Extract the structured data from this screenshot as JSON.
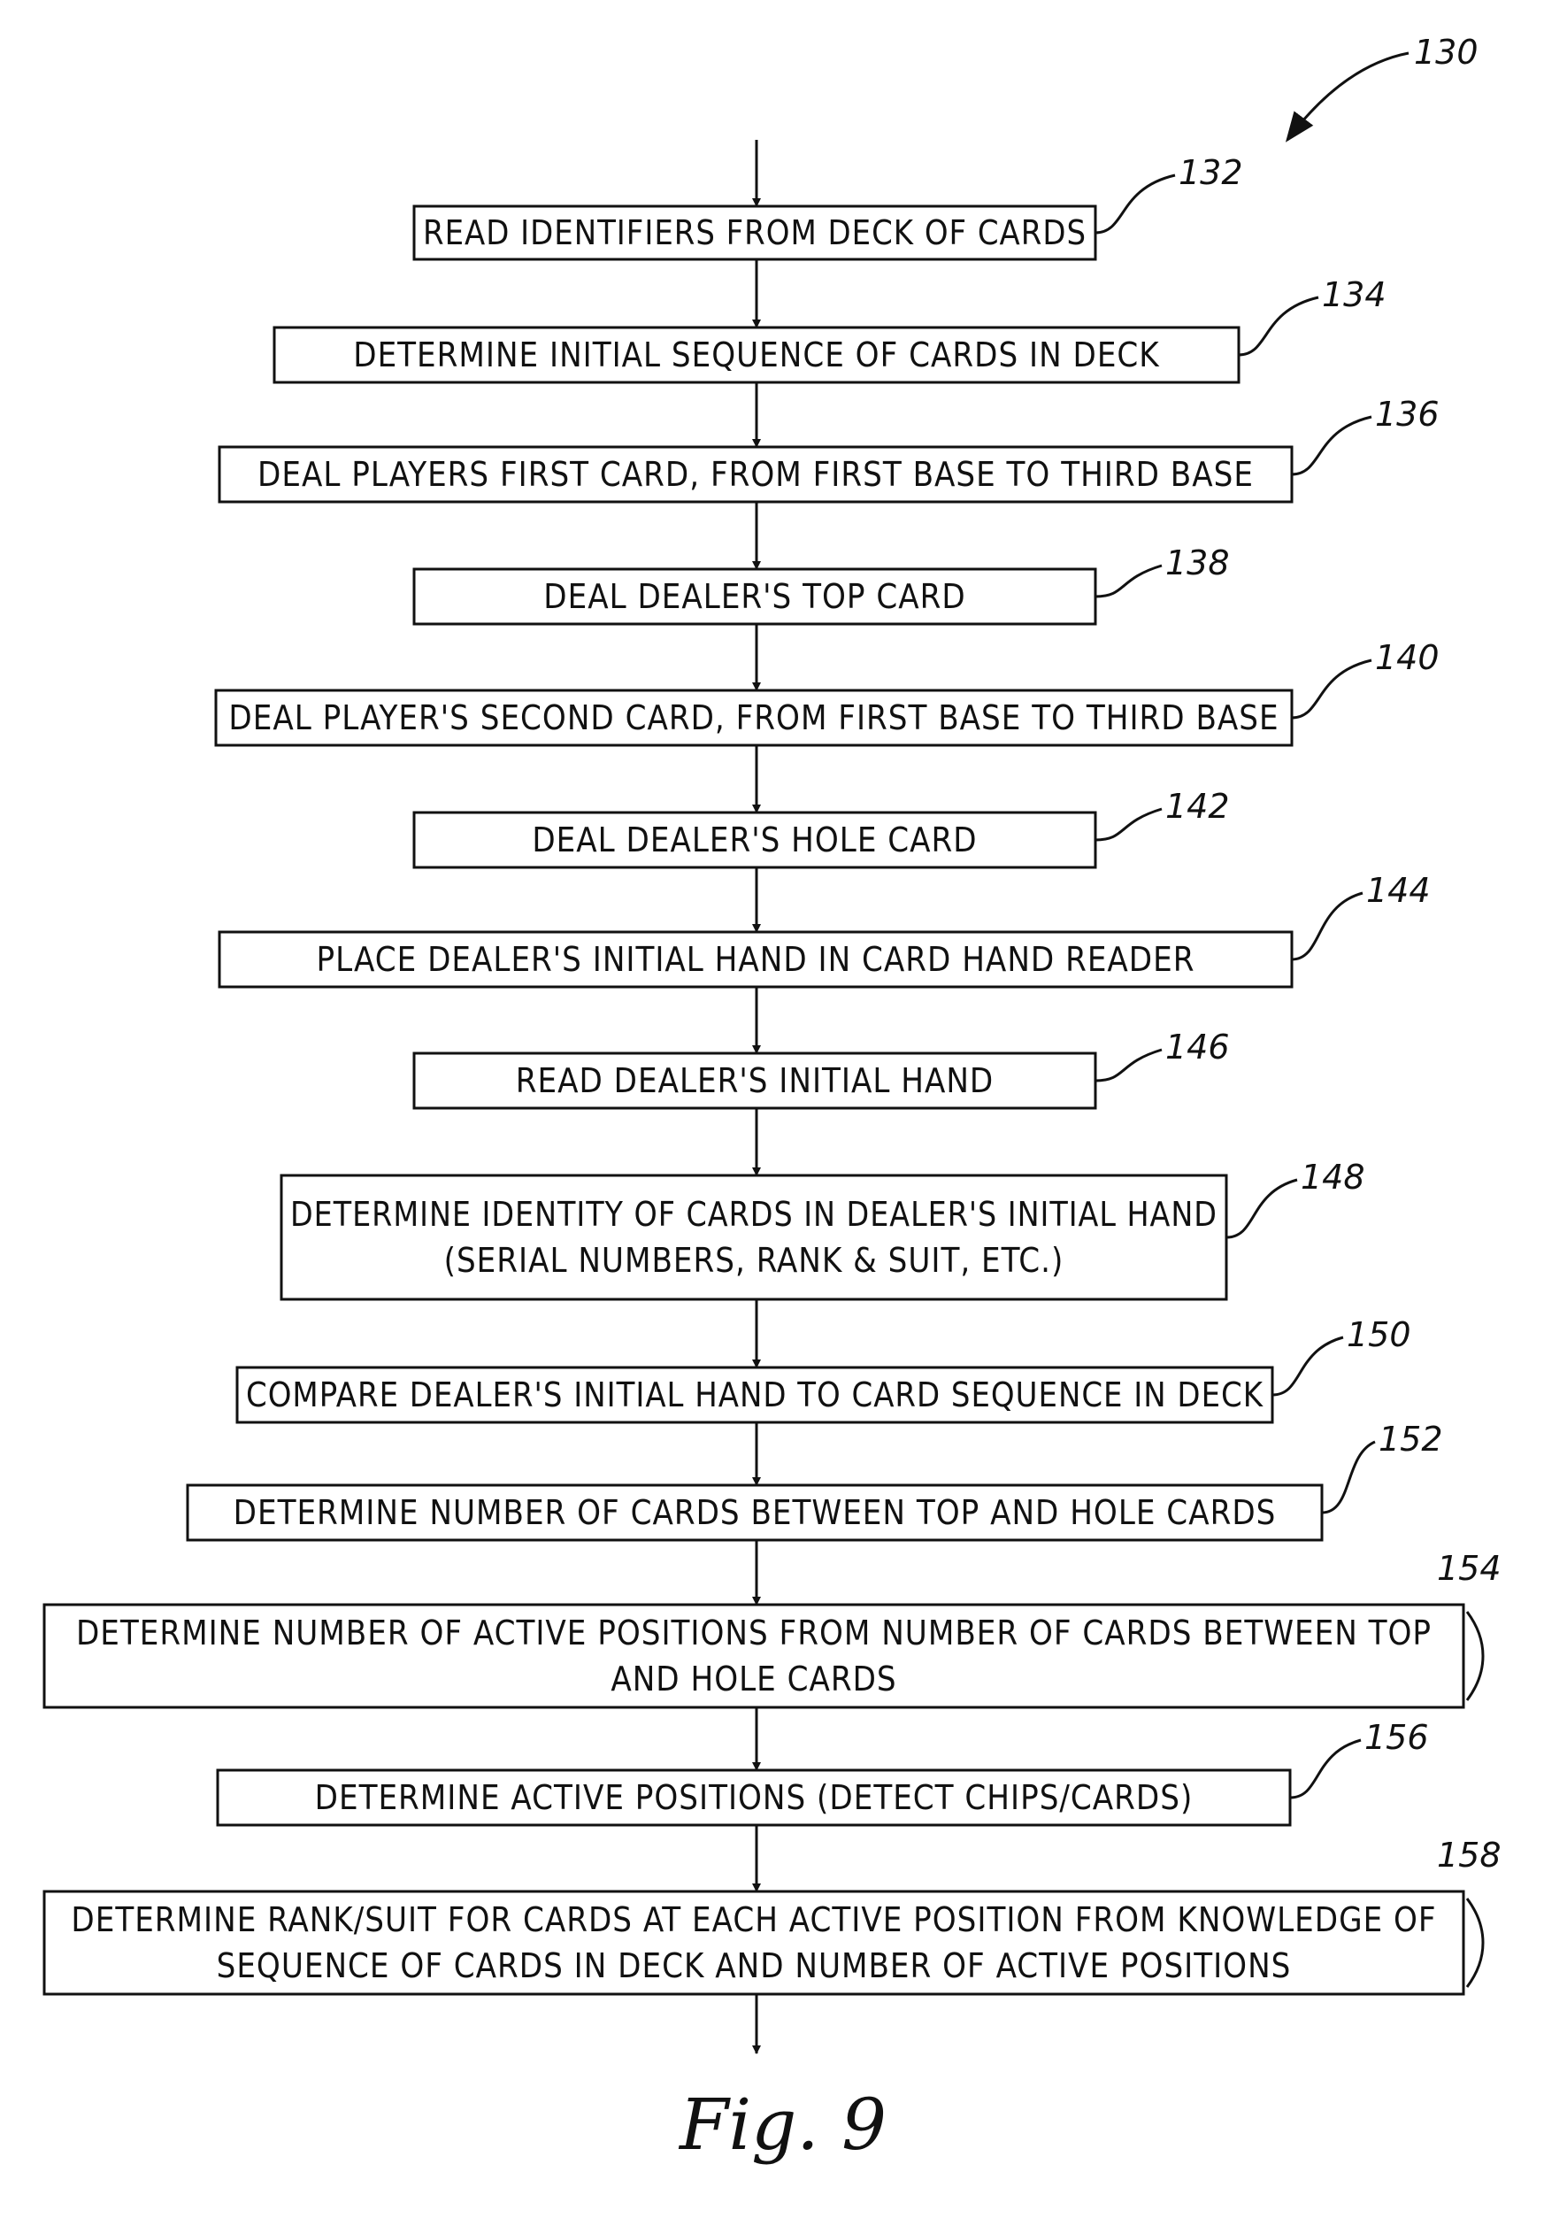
{
  "figure_ref": "130",
  "caption": "Fig. 9",
  "steps": [
    {
      "ref": "132",
      "lines": [
        "READ IDENTIFIERS FROM DECK OF CARDS"
      ]
    },
    {
      "ref": "134",
      "lines": [
        "DETERMINE INITIAL SEQUENCE OF CARDS IN DECK"
      ]
    },
    {
      "ref": "136",
      "lines": [
        "DEAL PLAYERS FIRST CARD, FROM FIRST BASE TO THIRD BASE"
      ]
    },
    {
      "ref": "138",
      "lines": [
        "DEAL DEALER'S TOP CARD"
      ]
    },
    {
      "ref": "140",
      "lines": [
        "DEAL PLAYER'S SECOND CARD, FROM FIRST BASE TO THIRD BASE"
      ]
    },
    {
      "ref": "142",
      "lines": [
        "DEAL DEALER'S HOLE CARD"
      ]
    },
    {
      "ref": "144",
      "lines": [
        "PLACE DEALER'S INITIAL HAND IN CARD HAND READER"
      ]
    },
    {
      "ref": "146",
      "lines": [
        "READ DEALER'S INITIAL HAND"
      ]
    },
    {
      "ref": "148",
      "lines": [
        "DETERMINE IDENTITY OF CARDS IN DEALER'S INITIAL HAND",
        "(SERIAL NUMBERS, RANK & SUIT, ETC.)"
      ]
    },
    {
      "ref": "150",
      "lines": [
        "COMPARE DEALER'S INITIAL HAND TO CARD SEQUENCE IN DECK"
      ]
    },
    {
      "ref": "152",
      "lines": [
        "DETERMINE NUMBER OF CARDS BETWEEN TOP AND HOLE CARDS"
      ]
    },
    {
      "ref": "154",
      "lines": [
        "DETERMINE NUMBER OF ACTIVE POSITIONS FROM NUMBER OF CARDS BETWEEN TOP",
        "AND HOLE CARDS"
      ]
    },
    {
      "ref": "156",
      "lines": [
        "DETERMINE ACTIVE POSITIONS (DETECT CHIPS/CARDS)"
      ]
    },
    {
      "ref": "158",
      "lines": [
        "DETERMINE RANK/SUIT FOR CARDS AT EACH ACTIVE POSITION FROM KNOWLEDGE OF",
        "SEQUENCE OF CARDS IN DECK AND NUMBER OF ACTIVE POSITIONS"
      ]
    }
  ]
}
